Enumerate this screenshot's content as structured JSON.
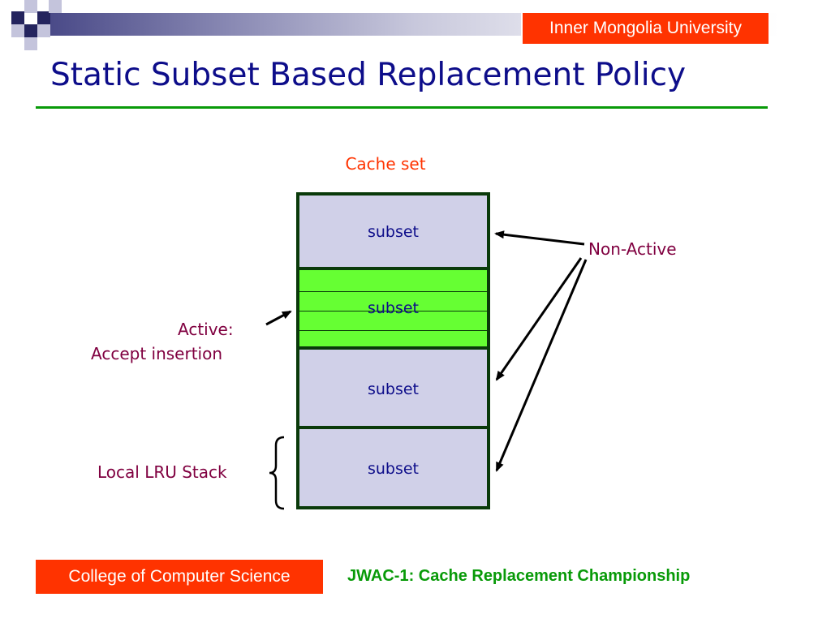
{
  "header": {
    "institution": "Inner Mongolia University",
    "title": "Static Subset Based Replacement Policy"
  },
  "diagram": {
    "cache_label": "Cache set",
    "subsets": [
      {
        "label": "subset",
        "state": "non-active"
      },
      {
        "label": "subset",
        "state": "active"
      },
      {
        "label": "subset",
        "state": "non-active"
      },
      {
        "label": "subset",
        "state": "non-active"
      }
    ],
    "non_active_label": "Non-Active",
    "active_label_line1": "Active:",
    "active_label_line2": "Accept insertion",
    "lru_label": "Local LRU Stack"
  },
  "footer": {
    "college": "College of Computer Science",
    "event": "JWAC-1: Cache Replacement Championship"
  },
  "colors": {
    "title": "#0d0d8a",
    "accent_red": "#ff3300",
    "active_green": "#66ff33",
    "subset_fill": "#d0d0e8",
    "border": "#0a3a0a",
    "footer_green": "#089a08"
  }
}
